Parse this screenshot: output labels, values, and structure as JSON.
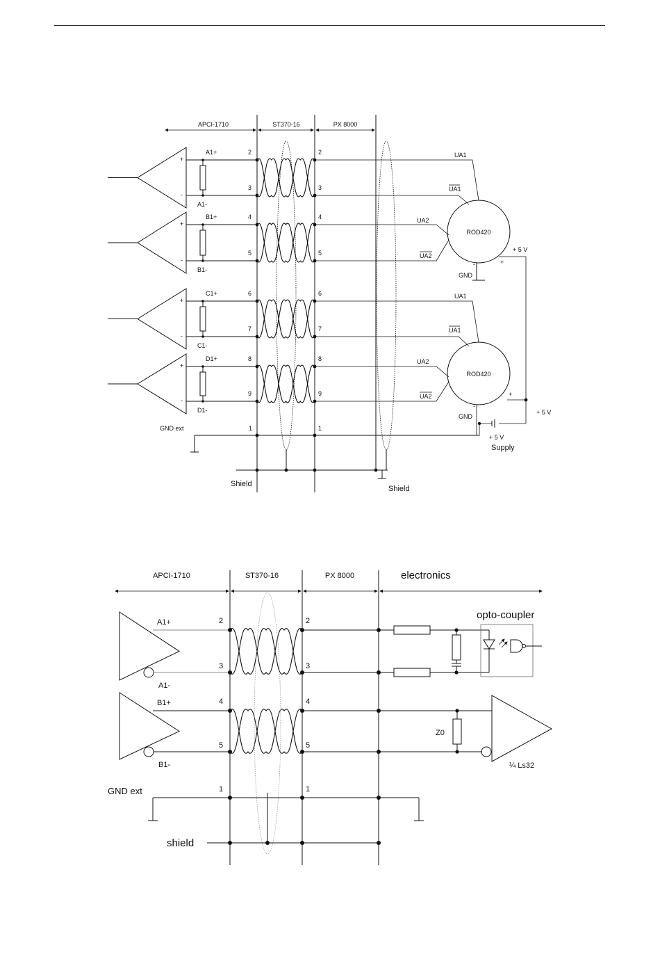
{
  "diagram1": {
    "headers": [
      "APCI-1710",
      "ST370-16",
      "PX 8000"
    ],
    "channels": [
      {
        "pos_label": "A1+",
        "neg_label": "A1-",
        "pin_pos": "2",
        "pin_neg": "3"
      },
      {
        "pos_label": "B1+",
        "neg_label": "B1-",
        "pin_pos": "4",
        "pin_neg": "5"
      },
      {
        "pos_label": "C1+",
        "neg_label": "C1-",
        "pin_pos": "6",
        "pin_neg": "7"
      },
      {
        "pos_label": "D1+",
        "neg_label": "D1-",
        "pin_pos": "8",
        "pin_neg": "9"
      }
    ],
    "plus": "+",
    "minus": "-",
    "gnd_ext": "GND ext",
    "gnd_pin": "1",
    "shield_left": "Shield",
    "shield_right": "Shield",
    "encoder_name": "ROD420",
    "ua1": "UA1",
    "ua1_bar": "UA1",
    "ua2": "UA2",
    "ua2_bar": "UA2",
    "gnd": "GND",
    "plus5v": "+ 5 V",
    "supply_v": "+ 5 V",
    "supply": "Supply"
  },
  "diagram2": {
    "headers": [
      "APCI-1710",
      "ST370-16",
      "PX 8000",
      "electronics"
    ],
    "channels": [
      {
        "pos_label": "A1+",
        "neg_label": "A1-",
        "pin_pos": "2",
        "pin_neg": "3"
      },
      {
        "pos_label": "B1+",
        "neg_label": "B1-",
        "pin_pos": "4",
        "pin_neg": "5"
      }
    ],
    "gnd_ext": "GND ext",
    "gnd_pin": "1",
    "shield": "shield",
    "opto_coupler": "opto-coupler",
    "z0": "Z0",
    "receiver": "¼ Ls32"
  }
}
